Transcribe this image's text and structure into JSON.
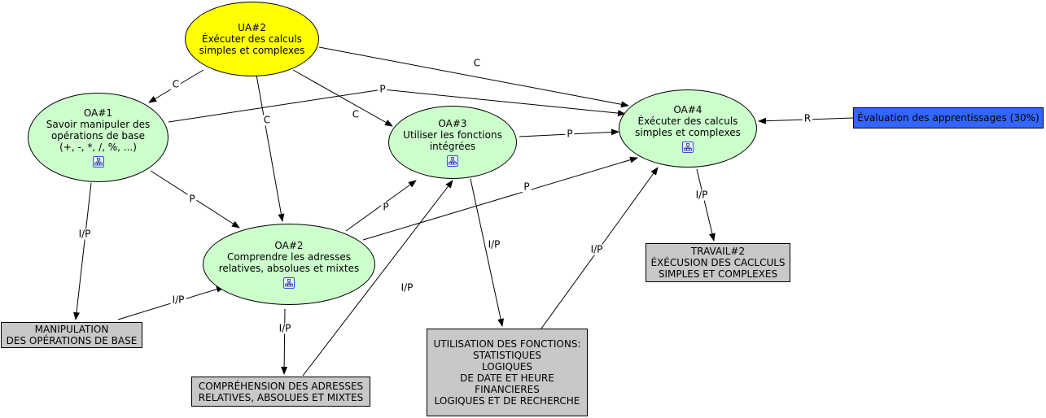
{
  "nodes": {
    "ua2": [
      "UA#2",
      "Éxécuter des calculs",
      "simples et complexes"
    ],
    "oa1": [
      "OA#1",
      "Savoir manipuler des",
      "opérations de base",
      "(+, -, *, /, %, ...)"
    ],
    "oa2": [
      "OA#2",
      "Comprendre les adresses",
      "relatives, absolues et mixtes"
    ],
    "oa3": [
      "OA#3",
      "Utiliser les fonctions",
      "intégrées"
    ],
    "oa4": [
      "OA#4",
      "Éxécuter des calculs",
      "simples et complexes"
    ],
    "eval": [
      "Évaluation des apprentissages (30%)"
    ],
    "manip": [
      "MANIPULATION",
      "DES OPÉRATIONS DE BASE"
    ],
    "compr": [
      "COMPRÉHENSION DES ADRESSES",
      "RELATIVES, ABSOLUES ET MIXTES"
    ],
    "util": [
      "UTILISATION DES FONCTIONS:",
      "STATISTIQUES",
      "LOGIQUES",
      "DE DATE ET HEURE",
      "FINANCIERES",
      "LOGIQUES ET DE RECHERCHE"
    ],
    "trav": [
      "TRAVAIL#2",
      "ÉXÉCUSION DES CACLCULS",
      "SIMPLES ET COMPLEXES"
    ]
  },
  "links": [
    {
      "id": "ua2-oa1",
      "label": "C"
    },
    {
      "id": "ua2-oa2",
      "label": "C"
    },
    {
      "id": "ua2-oa3",
      "label": "C"
    },
    {
      "id": "ua2-oa4",
      "label": "C"
    },
    {
      "id": "oa1-oa4",
      "label": "P"
    },
    {
      "id": "oa1-oa2",
      "label": "P"
    },
    {
      "id": "oa1-manip",
      "label": "I/P"
    },
    {
      "id": "manip-oa2",
      "label": "I/P"
    },
    {
      "id": "oa2-oa3",
      "label": "P"
    },
    {
      "id": "oa2-oa4",
      "label": "P"
    },
    {
      "id": "oa2-compr",
      "label": "I/P"
    },
    {
      "id": "compr-oa3",
      "label": "I/P"
    },
    {
      "id": "oa3-oa4",
      "label": "P"
    },
    {
      "id": "oa3-util",
      "label": "I/P"
    },
    {
      "id": "util-oa4",
      "label": "I/P"
    },
    {
      "id": "oa4-trav",
      "label": "I/P"
    },
    {
      "id": "eval-oa4",
      "label": "R"
    }
  ]
}
